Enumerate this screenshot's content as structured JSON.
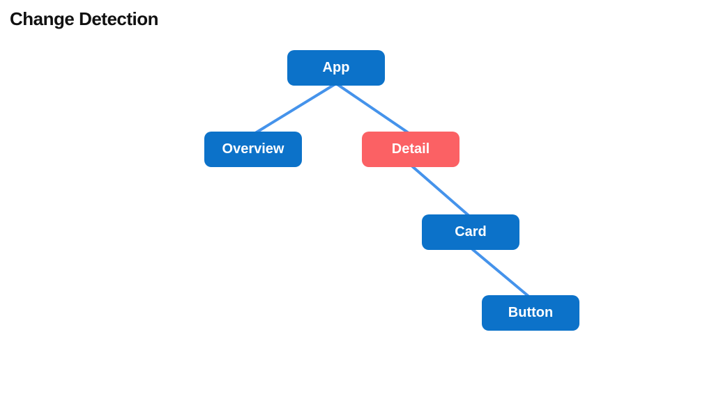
{
  "slide": {
    "title": "Change Detection",
    "background_color": "#FFFFFF",
    "title_color": "#111111"
  },
  "diagram": {
    "type": "tree",
    "nodes": [
      {
        "id": "app",
        "label": "App",
        "color": "#0C72C9",
        "text_color": "#FFFFFF"
      },
      {
        "id": "overview",
        "label": "Overview",
        "color": "#0C72C9",
        "text_color": "#FFFFFF"
      },
      {
        "id": "detail",
        "label": "Detail",
        "color": "#FB6164",
        "text_color": "#FFFFFF"
      },
      {
        "id": "card",
        "label": "Card",
        "color": "#0C72C9",
        "text_color": "#FFFFFF"
      },
      {
        "id": "button",
        "label": "Button",
        "color": "#0C72C9",
        "text_color": "#FFFFFF"
      }
    ],
    "edges": [
      {
        "from": "app",
        "to": "overview"
      },
      {
        "from": "app",
        "to": "detail"
      },
      {
        "from": "detail",
        "to": "card"
      },
      {
        "from": "card",
        "to": "button"
      }
    ],
    "edge_color": "#4593EB"
  }
}
